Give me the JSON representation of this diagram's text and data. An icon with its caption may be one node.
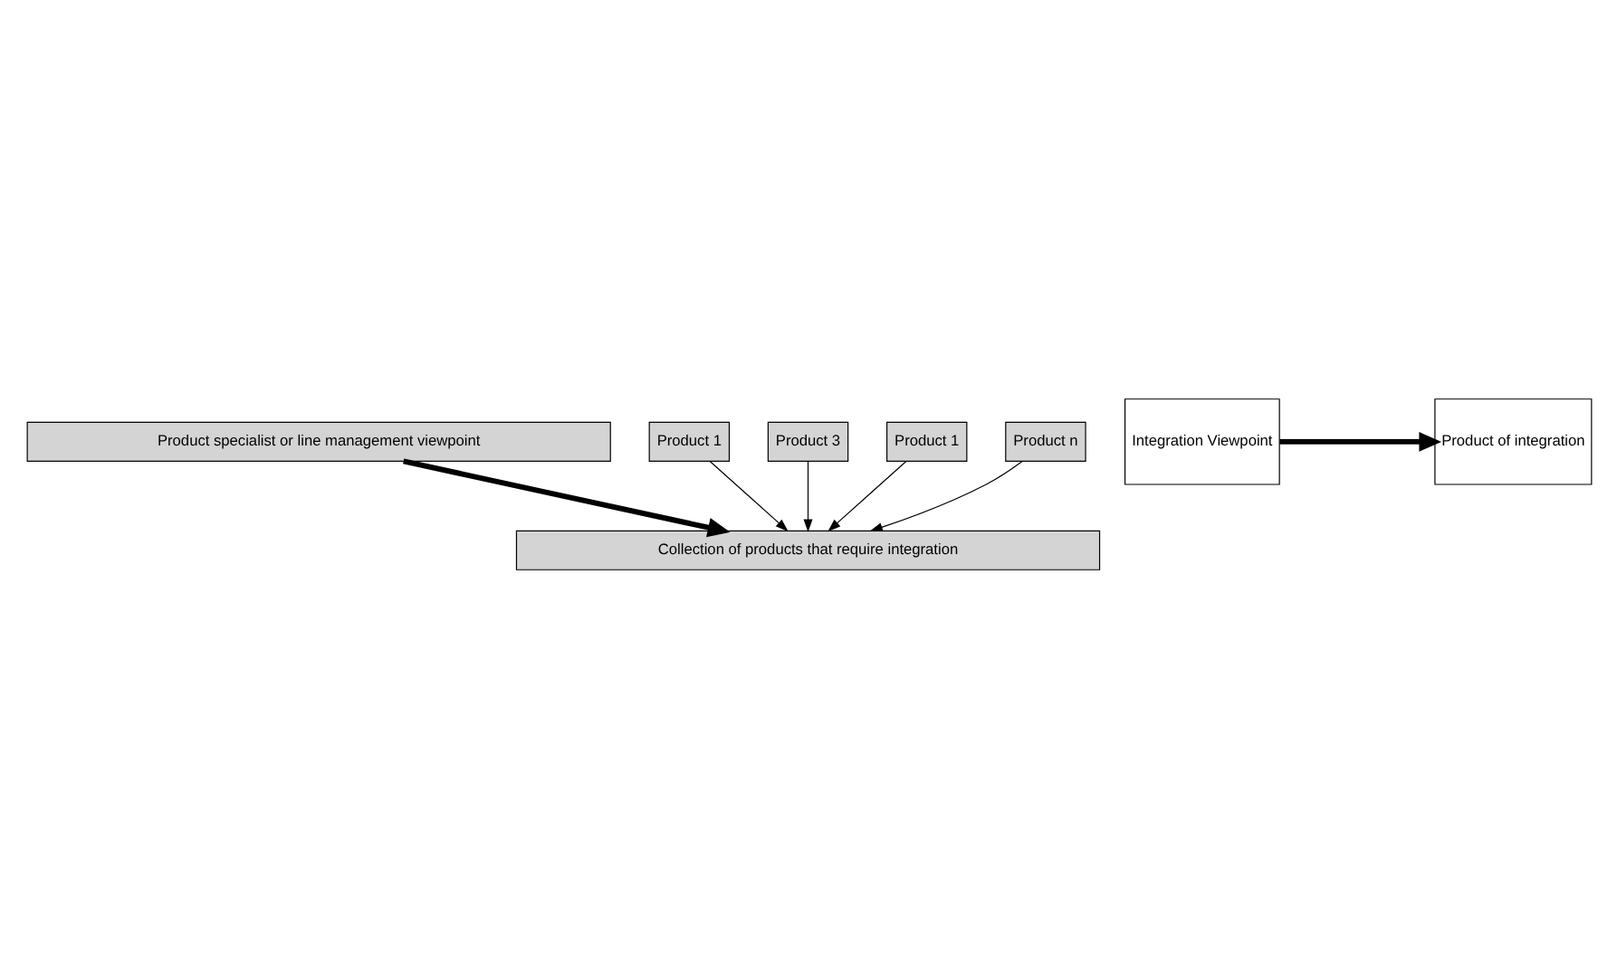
{
  "diagram": {
    "nodes": [
      {
        "text": [
          "Product specialist or line management viewpoint"
        ]
      },
      {
        "text": [
          "Product 1"
        ]
      },
      {
        "text": [
          "Product 3"
        ]
      },
      {
        "text": [
          "Product 1"
        ]
      },
      {
        "text": [
          "Product n"
        ]
      },
      {
        "text": [
          "Integration Viewpoint"
        ]
      },
      {
        "text": [
          "Product of integration"
        ]
      },
      {
        "text": [
          "Collection of products that require integration"
        ]
      }
    ],
    "edges": [
      {
        "from": 0,
        "to": 7,
        "arrow": "to",
        "style": "thick"
      },
      {
        "from": 1,
        "to": 7,
        "arrow": "to"
      },
      {
        "from": 3,
        "to": 7,
        "arrow": "to"
      },
      {
        "from": 2,
        "to": 7,
        "arrow": "to"
      },
      {
        "from": 4,
        "to": 7,
        "arrow": "to"
      },
      {
        "from": 5,
        "to": 6,
        "arrow": "to",
        "style": "thick"
      }
    ]
  }
}
